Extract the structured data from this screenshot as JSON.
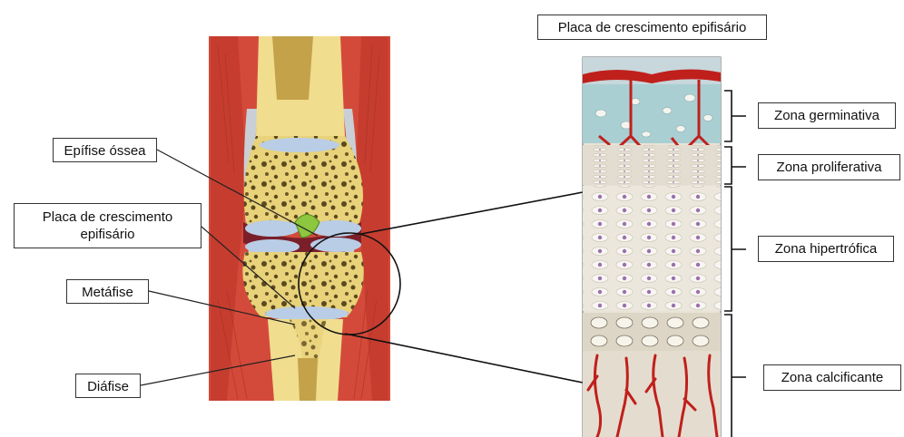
{
  "title": "Placa de crescimento epifisário",
  "knee_labels": {
    "epifise": "Epífise óssea",
    "placa_line1": "Placa de crescimento",
    "placa_line2": "epifisário",
    "metafise": "Metáfise",
    "diafise": "Diáfise"
  },
  "zone_labels": {
    "germinativa": "Zona germinativa",
    "proliferativa": "Zona proliferativa",
    "hipertrofica": "Zona hipertrófica",
    "calcificante": "Zona calcificante"
  },
  "colors": {
    "muscle": "#d44a3a",
    "bone": "#f3e6a6",
    "spongy": "#5b4a1e",
    "cartilage": "#b9cde6",
    "vessel": "#c0201c",
    "matrix": "#e9e3d6",
    "germinal": "#a9cfd2",
    "meniscus": "#8dc63f"
  }
}
